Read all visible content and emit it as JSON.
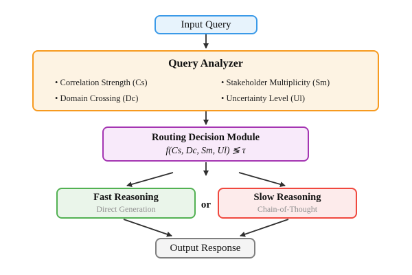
{
  "diagram": {
    "input_query": {
      "label": "Input Query"
    },
    "query_analyzer": {
      "title": "Query Analyzer",
      "bullets_left": [
        "• Correlation Strength (Cs)",
        "• Domain Crossing (Dc)"
      ],
      "bullets_right": [
        "• Stakeholder Multiplicity (Sm)",
        "• Uncertainty Level (Ul)"
      ]
    },
    "routing_module": {
      "title": "Routing Decision Module",
      "formula": "f(Cs, Dc, Sm, Ul) ≶ τ"
    },
    "fast_reasoning": {
      "title": "Fast Reasoning",
      "subtitle": "Direct Generation"
    },
    "slow_reasoning": {
      "title": "Slow Reasoning",
      "subtitle": "Chain-of-Thought"
    },
    "or_label": "or",
    "output_response": {
      "label": "Output Response"
    },
    "colors": {
      "input_border": "#3b9ae8",
      "input_fill": "#e7f3fc",
      "analyzer_border": "#f79a1f",
      "analyzer_fill": "#fdf3e3",
      "routing_border": "#a435b2",
      "routing_fill": "#f8eafa",
      "fast_border": "#52b152",
      "fast_fill": "#eaf5ea",
      "slow_border": "#f0483e",
      "slow_fill": "#fdebeb",
      "output_border": "#7f7f7f",
      "output_fill": "#f4f4f4",
      "arrow": "#2f2f2f",
      "subtitle_text": "#8f8f8f"
    }
  }
}
